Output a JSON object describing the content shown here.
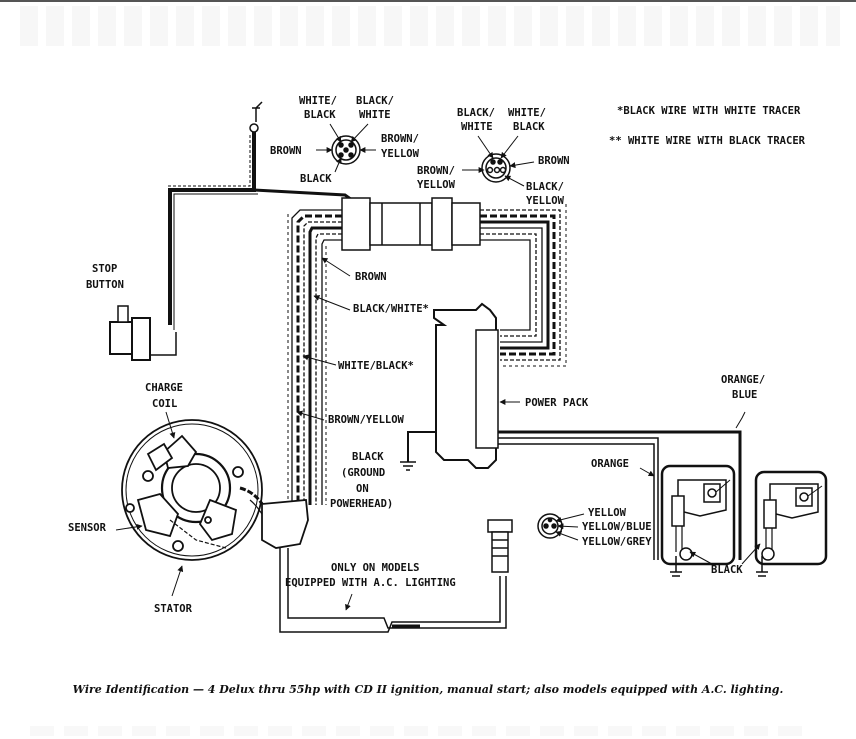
{
  "labels": {
    "plug_left": {
      "white_black": [
        "WHITE/",
        "BLACK"
      ],
      "black_white": [
        "BLACK/",
        "WHITE"
      ],
      "brown": "BROWN",
      "brown_yellow": [
        "BROWN/",
        "YELLOW"
      ],
      "black": "BLACK"
    },
    "plug_right": {
      "black_white": [
        "BLACK/",
        "WHITE"
      ],
      "white_black": [
        "WHITE/",
        "BLACK"
      ],
      "brown": "BROWN",
      "brown_yellow": [
        "BROWN/",
        "YELLOW"
      ],
      "black_yellow": [
        "BLACK/",
        "YELLOW"
      ]
    },
    "legend": {
      "black_tracer": "*BLACK WIRE WITH WHITE TRACER",
      "white_tracer": "** WHITE WIRE WITH BLACK TRACER"
    },
    "stop_button": [
      "STOP",
      "BUTTON"
    ],
    "harness": {
      "brown": "BROWN",
      "black_white": "BLACK/WHITE*",
      "white_black": "WHITE/BLACK*",
      "brown_yellow": "BROWN/YELLOW"
    },
    "power_pack": "POWER PACK",
    "ground": [
      "BLACK",
      "(GROUND",
      "ON",
      "POWERHEAD)"
    ],
    "orange_blue": [
      "ORANGE/",
      "BLUE"
    ],
    "orange": "ORANGE",
    "charge_coil": [
      "CHARGE",
      "COIL"
    ],
    "sensor": "SENSOR",
    "stator": "STATOR",
    "connector": {
      "yellow": "YELLOW",
      "yellow_blue": "YELLOW/BLUE",
      "yellow_grey": "YELLOW/GREY"
    },
    "black_coils": "BLACK",
    "ac_note": [
      "ONLY ON MODELS",
      "EQUIPPED WITH A.C. LIGHTING"
    ]
  },
  "caption": "Wire Identification — 4 Delux thru 55hp with CD II ignition, manual start; also models equipped with A.C. lighting."
}
